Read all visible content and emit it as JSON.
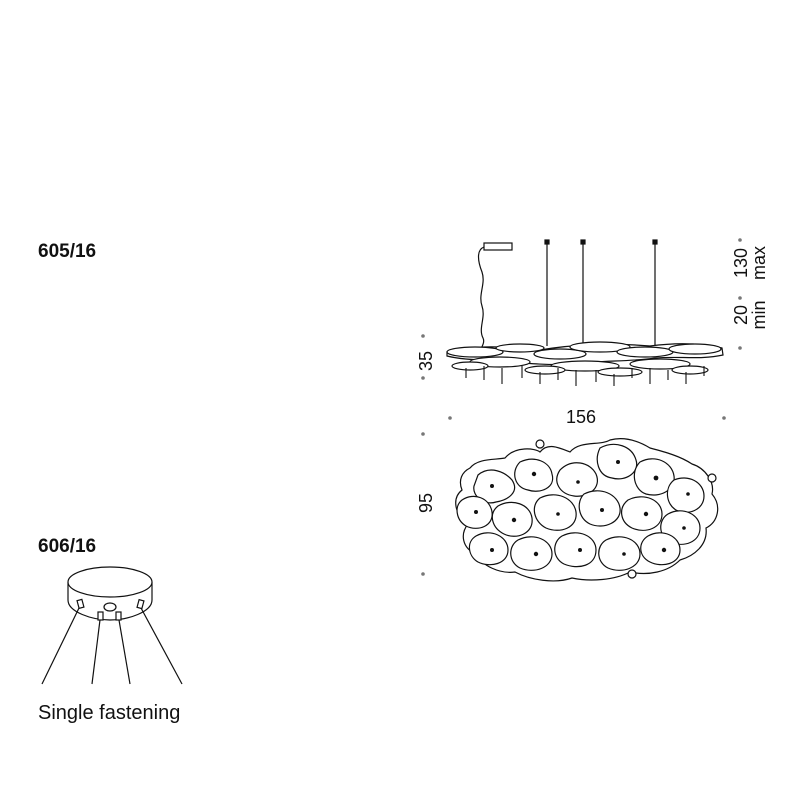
{
  "models": [
    {
      "code": "605/16"
    },
    {
      "code": "606/16"
    }
  ],
  "dimensions": {
    "width": "156",
    "height": "35",
    "depth": "95",
    "cable_max_value": "130",
    "cable_max_label": "max",
    "cable_min_value": "20",
    "cable_min_label": "min"
  },
  "fastening": {
    "caption": "Single fastening"
  },
  "colors": {
    "line": "#111111",
    "dot": "#777777"
  }
}
